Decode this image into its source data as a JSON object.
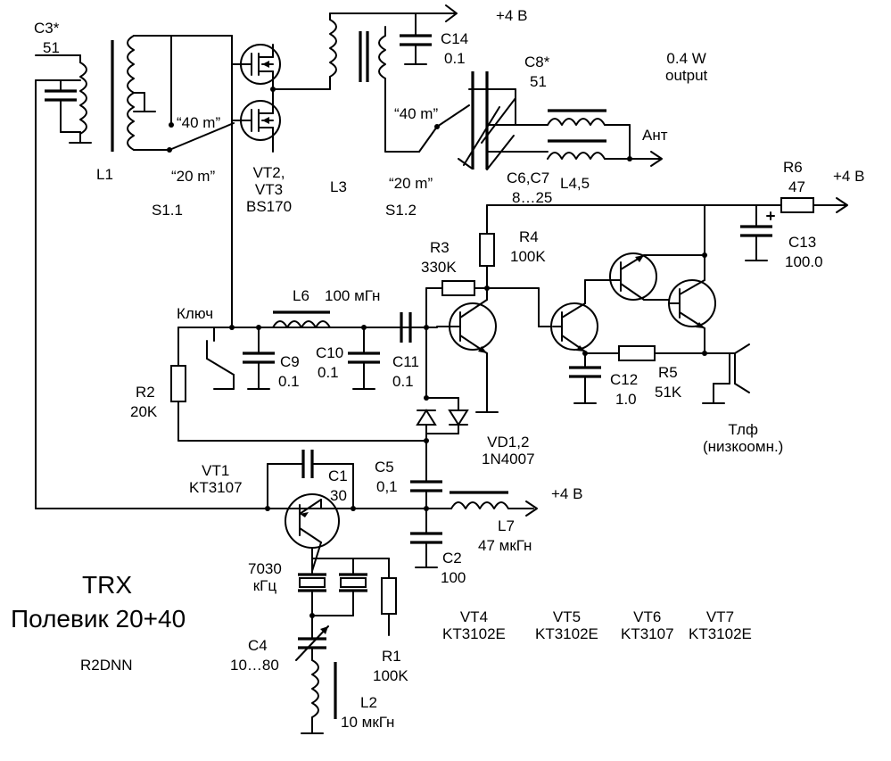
{
  "labels": {
    "c3": "C3*",
    "c3_val": "51",
    "l1": "L1",
    "s11": "S1.1",
    "vt23": "VT2,\nVT3\nBS170",
    "l3": "L3",
    "s12": "S1.2",
    "c14": "C14",
    "c14_val": "0.1",
    "plus4_top": "+4 В",
    "c8": "C8*",
    "c8_val": "51",
    "output": "0.4 W\noutput",
    "ant": "Ант",
    "c67": "C6,C7",
    "c67_val": "8…25",
    "l45": "L4,5",
    "m40_1": "“40 m”",
    "m20_1": "“20 m”",
    "m40_2": "“40 m”",
    "m20_2": "“20 m”",
    "r6": "R6",
    "r6_val": "47",
    "plus4_right": "+4 В",
    "c13": "C13",
    "c13_val": "100.0",
    "r4": "R4",
    "r4_val": "100K",
    "r3": "R3",
    "r3_val": "330K",
    "key": "Ключ",
    "l6": "L6",
    "l6_val": "100 мГн",
    "c9": "C9",
    "c9_val": "0.1",
    "c10": "C10",
    "c10_val": "0.1",
    "c11": "C11",
    "c11_val": "0.1",
    "c12": "C12",
    "c12_val": "1.0",
    "r5": "R5",
    "r5_val": "51K",
    "phone": "Тлф\n(низкоомн.)",
    "r2": "R2",
    "r2_val": "20K",
    "vd12": "VD1,2\n1N4007",
    "vt1": "VT1\nKT3107",
    "c1": "C1",
    "c1_val": "30",
    "c5": "C5",
    "c5_val": "0,1",
    "plus4_mid": "+4 В",
    "l7": "L7",
    "l7_val": "47 мкГн",
    "c2": "C2",
    "c2_val": "100",
    "xtal": "7030\nкГц",
    "c4": "C4",
    "c4_val": "10…80",
    "r1": "R1",
    "r1_val": "100K",
    "l2": "L2",
    "l2_val": "10 мкГн",
    "trx": "TRX",
    "title": "Полевик 20+40",
    "author": "R2DNN",
    "vt4": "VT4\nKT3102E",
    "vt5": "VT5\nKT3102E",
    "vt6": "VT6\nKT3107",
    "vt7": "VT7\nKT3102E"
  }
}
